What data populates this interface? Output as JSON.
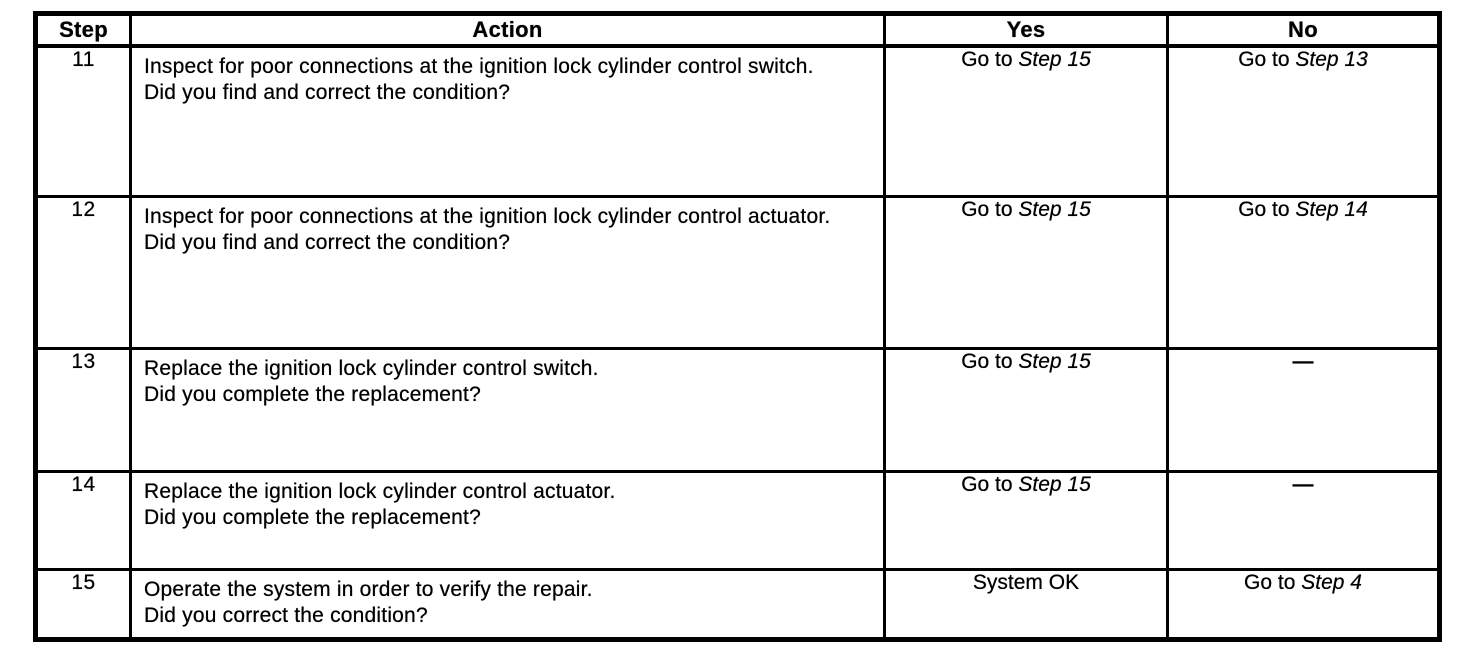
{
  "table": {
    "headers": {
      "step": "Step",
      "action": "Action",
      "yes": "Yes",
      "no": "No"
    },
    "rows": [
      {
        "step": "11",
        "action_main": "Inspect for poor connections at the ignition lock cylinder control switch.",
        "action_question": "Did you find and correct the condition?",
        "yes": {
          "text": "Go to ",
          "ref": "Step 15"
        },
        "no": {
          "text": "Go to ",
          "ref": "Step 13"
        }
      },
      {
        "step": "12",
        "action_main": "Inspect for poor connections at the ignition lock cylinder control actuator.",
        "action_question": "Did you find and correct the condition?",
        "yes": {
          "text": "Go to ",
          "ref": "Step 15"
        },
        "no": {
          "text": "Go to ",
          "ref": "Step 14"
        }
      },
      {
        "step": "13",
        "action_main": "Replace the ignition lock cylinder control switch.",
        "action_question": "Did you complete the replacement?",
        "yes": {
          "text": "Go to ",
          "ref": "Step 15"
        },
        "no": {
          "text": "—",
          "ref": ""
        }
      },
      {
        "step": "14",
        "action_main": "Replace the ignition lock cylinder control actuator.",
        "action_question": "Did you complete the replacement?",
        "yes": {
          "text": "Go to ",
          "ref": "Step 15"
        },
        "no": {
          "text": "—",
          "ref": ""
        }
      },
      {
        "step": "15",
        "action_main": "Operate the system in order to verify the repair.",
        "action_question": "Did you correct the condition?",
        "yes": {
          "text": "System OK",
          "ref": ""
        },
        "no": {
          "text": "Go to ",
          "ref": "Step 4"
        }
      }
    ]
  }
}
